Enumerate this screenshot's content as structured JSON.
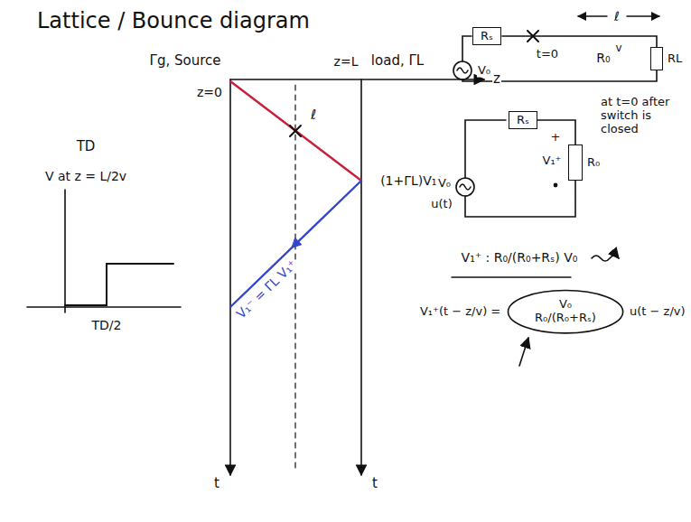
{
  "diagram": {
    "title": "Lattice / Bounce diagram",
    "nodes": [
      {
        "text": [
          "Rₛ"
        ]
      },
      {
        "text": [
          "RL"
        ]
      },
      {
        "text": [
          "Rₛ"
        ]
      },
      {
        "text": [
          "R₀"
        ]
      },
      {
        "text": [
          "V₀ R₀/(R₀+Rₛ)"
        ]
      }
    ],
    "edges": [
      {
        "from": 2,
        "to": 3,
        "arrow": "none"
      }
    ],
    "labels": [
      "Γg, Source",
      "z=0",
      "z=L",
      "load, ΓL",
      "z",
      "ℓ",
      "(1+ΓL)V₁⁺",
      "V₁⁻ = ΓL V₁⁺",
      "t",
      "t",
      "TD",
      "V at z = L/2v",
      "TD/2",
      "t=0",
      "ℓ",
      "R₀",
      "v",
      "V₀",
      "at t=0 after switch is closed",
      "V₀",
      "u(t)",
      "+",
      "V₁⁺",
      "V₁⁺ : R₀/(R₀+Rₛ) V₀",
      "V₁⁺(t − z/v) =",
      "u(t − z/v)"
    ]
  }
}
